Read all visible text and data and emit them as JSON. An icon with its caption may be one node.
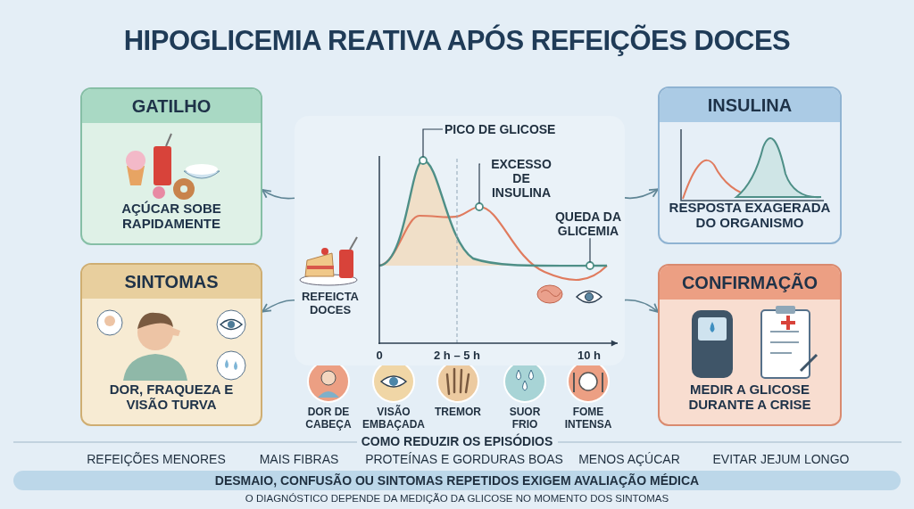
{
  "diagram": {
    "title": "HIPOGLICEMIA REATIVA APÓS REFEIÇÕES DOCES",
    "nodes": [
      {
        "text": [
          "GATILHO",
          "AÇÚCAR SOBE RAPIDAMENTE"
        ]
      },
      {
        "text": [
          "INSULINA",
          "RESPOSTA EXAGERADA DO ORGANISMO"
        ]
      },
      {
        "text": [
          "SINTOMAS",
          "DOR, FRAQUEZA E VISÃO TURVA"
        ]
      },
      {
        "text": [
          "CONFIRMAÇÃO",
          "MEDIR A GLICOSE DURANTE A CRISE"
        ]
      },
      {
        "text": [],
        "shape": "picture"
      },
      {
        "text": [
          "PICO DE GLICOSE"
        ],
        "in": 4
      },
      {
        "text": [],
        "shape": "circle",
        "in": 4
      },
      {
        "text": [
          "EXCESSO DE INSULINA"
        ],
        "in": 4
      },
      {
        "text": [],
        "shape": "circle",
        "in": 4
      },
      {
        "text": [
          "QUEDA DA GLICEMIA"
        ],
        "in": 4
      },
      {
        "text": [],
        "shape": "circle",
        "in": 4
      },
      {
        "text": [
          "REFEICTA DOCES"
        ],
        "in": 4
      }
    ],
    "edges": [
      {
        "from": 4,
        "to": 0,
        "arrow": "to"
      },
      {
        "from": 4,
        "to": 1,
        "arrow": "to"
      },
      {
        "from": 4,
        "to": 2,
        "arrow": "to"
      },
      {
        "from": 4,
        "to": 3,
        "arrow": "to"
      },
      {
        "from": 5,
        "to": 6,
        "arrow": "none"
      },
      {
        "from": 7,
        "to": 8,
        "arrow": "none"
      },
      {
        "from": 9,
        "to": 10,
        "arrow": "none"
      }
    ],
    "labels": [
      "0",
      "2 h – 5 h",
      "10 h",
      "DOR DE CABEÇA",
      "VISÃO EMBAÇADA",
      "TREMOR",
      "SUOR FRIO",
      "FOME INTENSA",
      "COMO REDUZIR OS EPISÓDIOS",
      "REFEIÇÕES MENORES",
      "MAIS FIBRAS",
      "PROTEÍNAS E GORDURAS BOAS",
      "MENOS AÇÚCAR",
      "EVITAR JEJUM LONGO",
      "DESMAIO, CONFUSÃO OU SINTOMAS REPETIDOS EXIGEM AVALIAÇÃO MÉDICA",
      "O DIAGNÓSTICO DEPENDE DA MEDIÇÃO DA GLICOSE NO MOMENTO DOS SINTOMAS"
    ]
  }
}
